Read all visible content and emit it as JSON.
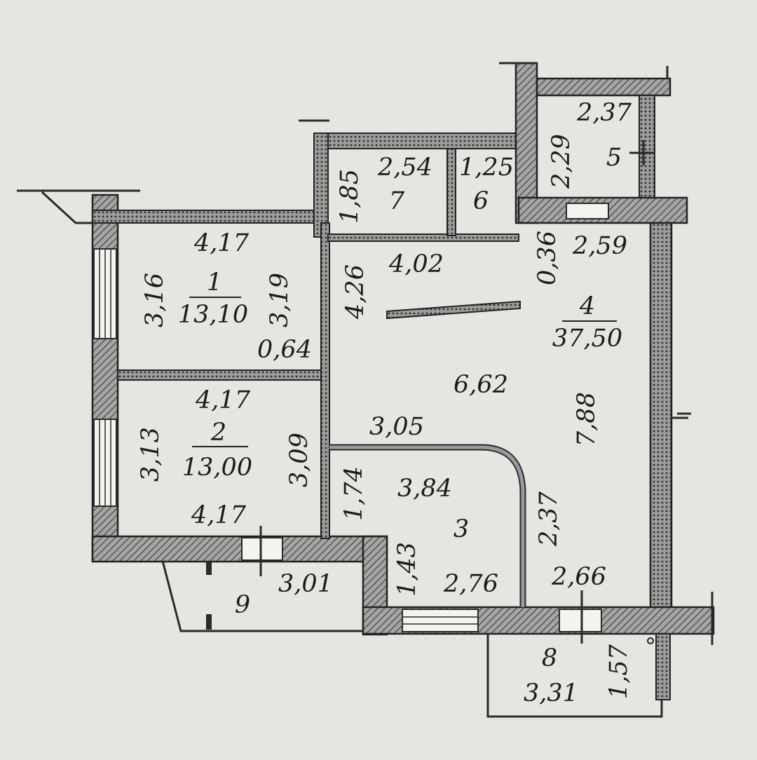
{
  "rooms": [
    {
      "number": "1",
      "area": "13,10",
      "dims": [
        "4,17",
        "3,16",
        "3,19",
        "0,64"
      ]
    },
    {
      "number": "2",
      "area": "13,00",
      "dims": [
        "4,17",
        "3,13",
        "3,09",
        "4,17"
      ]
    },
    {
      "number": "3",
      "dims": [
        "3,84",
        "1,74",
        "1,43",
        "2,76",
        "2,37",
        "3,05"
      ]
    },
    {
      "number": "4",
      "area": "37,50",
      "dims": [
        "2,59",
        "0,36",
        "4,02",
        "4,26",
        "6,62",
        "7,88",
        "2,66"
      ]
    },
    {
      "number": "5",
      "dims": [
        "2,37",
        "2,29"
      ]
    },
    {
      "number": "6",
      "dims": [
        "1,25"
      ]
    },
    {
      "number": "7",
      "dims": [
        "2,54",
        "1,85"
      ]
    },
    {
      "number": "8",
      "dims": [
        "3,31",
        "1,57"
      ]
    },
    {
      "number": "9",
      "dims": [
        "3,01"
      ]
    }
  ]
}
